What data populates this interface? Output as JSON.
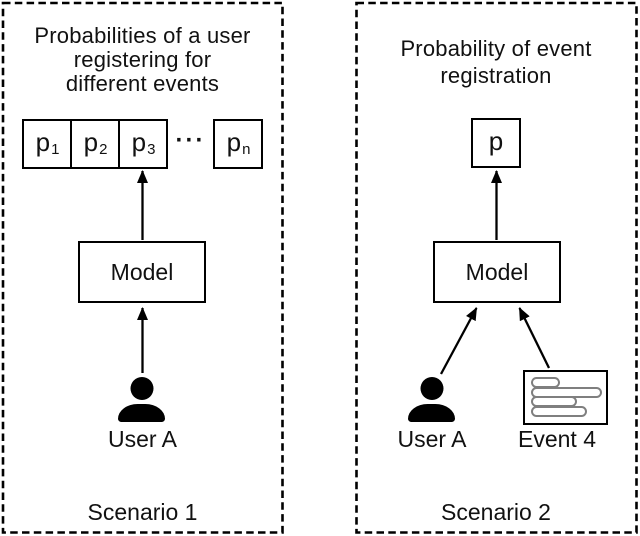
{
  "scenario1": {
    "title_lines": [
      "Probabilities of a user",
      "registering for",
      "different events"
    ],
    "prob_cells": [
      {
        "base": "p",
        "sub": "1"
      },
      {
        "base": "p",
        "sub": "2"
      },
      {
        "base": "p",
        "sub": "3"
      }
    ],
    "ellipsis": "···",
    "prob_cell_last": {
      "base": "p",
      "sub": "n"
    },
    "model_label": "Model",
    "user_label": "User A",
    "scenario_label": "Scenario 1"
  },
  "scenario2": {
    "title_lines": [
      "Probability of event",
      "registration"
    ],
    "prob_cell": {
      "base": "p"
    },
    "model_label": "Model",
    "user_label": "User A",
    "event_label": "Event 4",
    "scenario_label": "Scenario 2"
  },
  "icons": {
    "user": "person-icon",
    "event": "event-card-icon"
  },
  "colors": {
    "ink": "#111111",
    "line": "#000000",
    "pill_outline": "#7f7f7f",
    "background": "#ffffff"
  }
}
